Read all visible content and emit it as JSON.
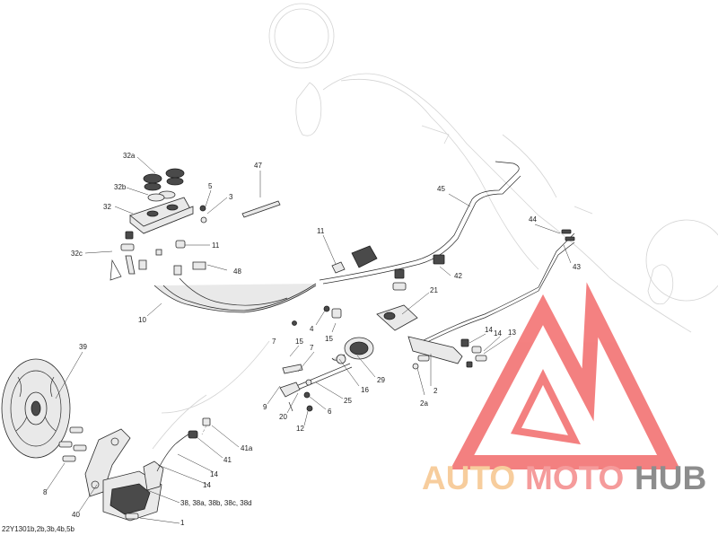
{
  "diagram": {
    "code": "22Y1301b,2b,3b,4b,5b",
    "labels": [
      {
        "id": "l32a",
        "text": "32a"
      },
      {
        "id": "l32b",
        "text": "32b"
      },
      {
        "id": "l32",
        "text": "32"
      },
      {
        "id": "l32c",
        "text": "32c"
      },
      {
        "id": "l5",
        "text": "5"
      },
      {
        "id": "l3",
        "text": "3"
      },
      {
        "id": "l11a",
        "text": "11"
      },
      {
        "id": "l48",
        "text": "48"
      },
      {
        "id": "l10",
        "text": "10"
      },
      {
        "id": "l47",
        "text": "47"
      },
      {
        "id": "l45",
        "text": "45"
      },
      {
        "id": "l11b",
        "text": "11"
      },
      {
        "id": "l42",
        "text": "42"
      },
      {
        "id": "l44",
        "text": "44"
      },
      {
        "id": "l43",
        "text": "43"
      },
      {
        "id": "l21",
        "text": "21"
      },
      {
        "id": "l4",
        "text": "4"
      },
      {
        "id": "l15a",
        "text": "15"
      },
      {
        "id": "l7a",
        "text": "7"
      },
      {
        "id": "l15b",
        "text": "15"
      },
      {
        "id": "l7b",
        "text": "7"
      },
      {
        "id": "l14a",
        "text": "14"
      },
      {
        "id": "l14b",
        "text": "14"
      },
      {
        "id": "l13",
        "text": "13"
      },
      {
        "id": "l29",
        "text": "29"
      },
      {
        "id": "l16",
        "text": "16"
      },
      {
        "id": "l25",
        "text": "25"
      },
      {
        "id": "l2a",
        "text": "2a"
      },
      {
        "id": "l2",
        "text": "2"
      },
      {
        "id": "l9",
        "text": "9"
      },
      {
        "id": "l20",
        "text": "20"
      },
      {
        "id": "l6",
        "text": "6"
      },
      {
        "id": "l12",
        "text": "12"
      },
      {
        "id": "l39",
        "text": "39"
      },
      {
        "id": "l41a",
        "text": "41a"
      },
      {
        "id": "l41",
        "text": "41"
      },
      {
        "id": "l14c",
        "text": "14"
      },
      {
        "id": "l14d",
        "text": "14"
      },
      {
        "id": "l8",
        "text": "8"
      },
      {
        "id": "l40",
        "text": "40"
      },
      {
        "id": "l38",
        "text": "38, 38a, 38b, 38c, 38d"
      },
      {
        "id": "l1",
        "text": "1"
      }
    ]
  },
  "watermark": {
    "part1": "AUTO",
    "part2": "MOTO",
    "part3": "HUB",
    "colors": {
      "auto": "#f6c58c",
      "moto": "#f48a8a",
      "hub": "#7a7a7a",
      "logo": "#f26b6b"
    }
  }
}
